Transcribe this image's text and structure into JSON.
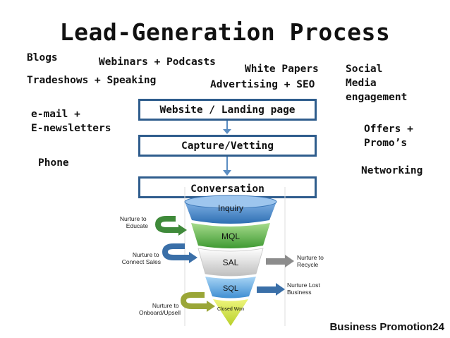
{
  "title": "Lead-Generation Process",
  "sources": {
    "blogs": "Blogs",
    "webinars": "Webinars + Podcasts",
    "white_papers": "White Papers",
    "social": [
      "Social",
      "Media",
      "engagement"
    ],
    "tradeshows": "Tradeshows + Speaking",
    "advertising": "Advertising + SEO",
    "email": [
      "e-mail +",
      "E-newsletters"
    ],
    "offers": [
      "Offers +",
      "Promo’s"
    ],
    "phone": "Phone",
    "networking": "Networking"
  },
  "process": {
    "step1": "Website / Landing page",
    "step2": "Capture/Vetting",
    "step3": "Conversation"
  },
  "funnel": {
    "stages": [
      "Inquiry",
      "MQL",
      "SAL",
      "SQL",
      "Closed Won"
    ],
    "colors": [
      "#4a86c8",
      "#62b04a",
      "#d9d9d9",
      "#5a9fd8",
      "#c8dc3a"
    ],
    "nurture_left": [
      "Nurture to Educate",
      "Nurture to Connect Sales",
      "Nurture to Onboard/Upsell"
    ],
    "nurture_right": [
      "Nurture to Recycle",
      "Nurture Lost Business"
    ]
  },
  "brand": "Business Promotion24"
}
